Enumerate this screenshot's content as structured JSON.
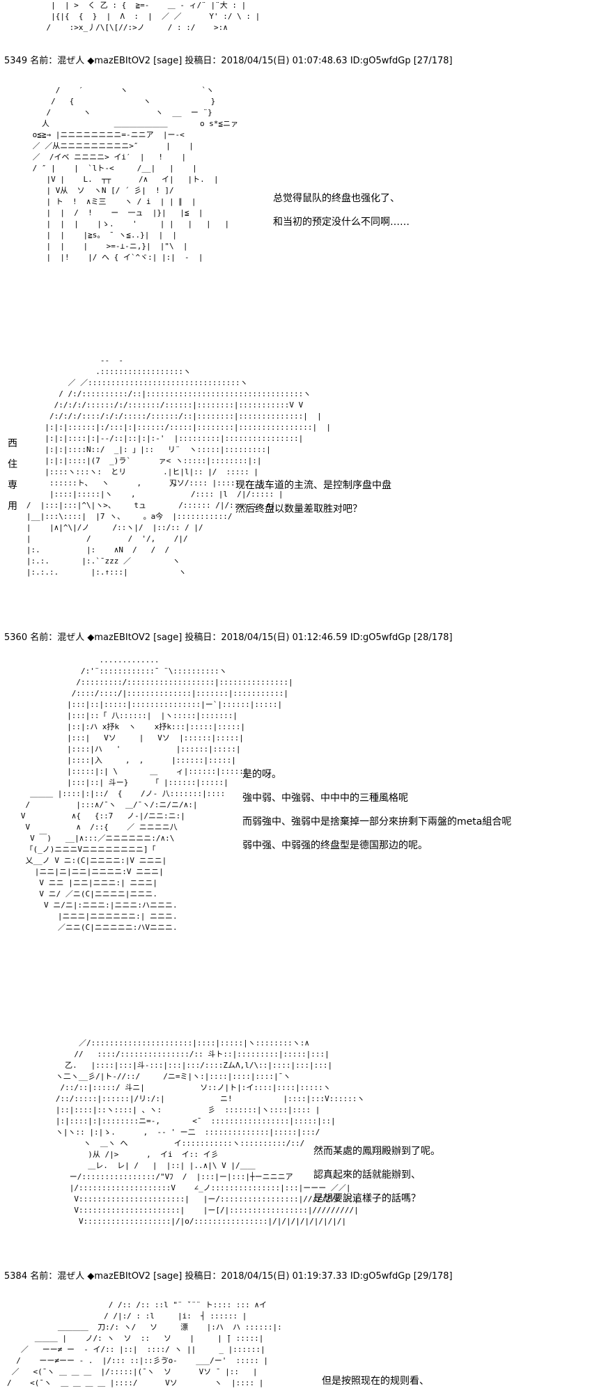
{
  "art": {
    "top": "     |  | >  く 乙 : {  ≧=-    ＿ - ィ/¨ |¨大 : |\n     |{|{  {  }  |  Λ  :  |  ／ ／      Y' :/ \\ : |\n    /    :>x_丿/\\[\\[//:>ノ     / : :/    >:∧",
    "p1": "      /    ′        ヽ                `ヽ\n     /   {               ヽ             }\n    /       ヽ              ヽ  __  ー ¨}\n   人              ＿＿＿＿＿＿＿       o s*≦ニァ\n o≦≧→ |ニニニニニニニニ=-ニニア  |ー-<\n ／ ／从ニニニニニニニニニ>″      |    |\n ／  /イベ ニニニニ> イi′  |   !    |\n / ″ |    |  `lト-<     /__|   |    |\n    |V |    L.  ┬┬      /∧   イ|   |ト.  |\n    | V从  ソ  ヽN [/ ´ 彡|  ! ]/\n    | ト  !  ∧ミ三    ヽ / i  | | ∥  |\n    |  |  /  !    ー  一ュ  |}|   |≦  |\n    |  |  |    |ゝ.    '     | |   |   |   |\n    |  |    |≧s。 ¯ ヽ≦..}|  |  |\n    |  |    |    >=-⊥-ニ,}|  |\"\\  |\n    |  |!    |/ へ { イ`^ヾ:| |:|  -  |",
    "p2": "                   --  -\n                  .::::::::::::::::::ヽ\n            ／ ／:::::::::::::::::::::::::::::::::ヽ\n          / /:/::::::::::/::|::::::::::::::::::::::::::::::::::ヽ\n         /:/:/:/::::::/:/:::::::/::::::|::::::::|:::::::::::V V\n        /:/:/:/::::/:/:/:::::/::::::/::|::::::::|::::::::::::::|  |\n       |:|:|::::::|:/:::|:|::::::/:::::|::::::::|::::::::::::::::|  |\n       |:|:|::::|:|--/::|::|:|:-'  |:::::::::|::::::::::::::::|\n       |:|:|::::N::/  _|: 」|::   リ¨  ヽ:::::|:::::::::|\n       |:|:|::::|(7  _)ラ`      ァ< ヽ:::::|::::::::|:|\n       |::::ヽ:::ヽ:  とリ        .|ヒ|l|:: |/  ::::: |\n        ::::::ト、  ヽ      ,      刄ソ/:::: |:::::::::|\n        |::::|:::::|ヽ    ,            /:::: |l  /|/::::: |\n   /  |:::|:::|^\\|ヽ>、    tュ       /:::::: /|/::::::: ∧|\n   |__|:::\\::::|  |7 ヽ、    。a今  |:::::::::::/ \n   |    |∧|^\\|/ノ     /::ヽ|/  |::/:: / |/\n   |            /        /  '/,    /|/\n   |:.          |:    ∧N  /   /  /\n   |:.:.       |:.`¯zzz ／         ヽ\n   |:.:.:.       |:.↑:::|           ヽ",
    "p3": "                    .............\n                /:'¨::::::::::::¯ ¨\\::::::::::ヽ\n               /:::::::::/:::::::::::::::::::|:::::::::::::::|\n              /::::/::::/|::::::::::::::|:::::::|:::::::::::|\n             |:::|::|:::::|:::::::::::::::|ー`|::::::|:::::|\n             |:::|::「 八::::::|  |ヽ:::::|:::::::|\n             |::|:ハ x抒k  ヽ    x抒k:::|:::::|:::::|\n             |:::|   Vソ     |   Vソ  |::::::|:::::|\n             |::::|ハ   '            |::::::|:::::|\n             |::::|入     ,  ,      |::::::|:::::|\n             |:::::|:| \\       ＿    ィ|::::::|:::::|\n             |:::|::| 斗ー}     「 |::::::|:::::|\n     ＿＿＿ |::::|:|::/  {    /ノ- 八:::::::|::::\n    /          |:::∧/¯ヽ  ＿/¯ヽ/:ニ/ニ/∧:|\n   V          ∧{   {::7   ノ-|/ニニ:ニ:|\n    V          ∧  /::{    ／ ニニニニ八\n     V ￣)   __|∧:::／ニニニニニニ:/∧:\\\n    「(_ノ)ニニニVニニニニニニニニ]「\n    乂__ノ V ニ:(C|ニニニニ:|V ニニニ|\n      |ニニ|ニ|ニニ|ニニニニ:V ニニニ|\n       V ニニ |ニニ|ニニニ:| ニニニ|\n       V ニ/ ／ニ(C|ニニニニ|ニニニ.\n        V ニ/ニ|:ニニニ:|ニニニ:ハニニニ.\n           |ニニニ|ニニニニニニ:| ニニニ.\n           ／ニニ(C|ニニニニニ:ハVニニニ.",
    "p4": "        ／/::::::::::::::::::::::|::::|:::::|ヽ::::::::ヽ:∧\n       //   ::::/:::::::::::::::/:: 斗ト::|:::::::::|:::::|:::|\n     乙.   |::::|:::|斗-:::|:::|:::/::::ZムΛ,l/\\::|::::|:::|:::|\n   ヽ二ヽ__彡/|ト-//::/     /ニ=ミ|ヽ:|::::|::::|::::|¯ヽ\n    /::/::|:::::/ 斗ニ|            ソ::ノ|ト|:イ::::|::::|:::::ヽ\n   /::/:::::|::::::|/リ:/:|            ニ!           |::::|:::V::::::ヽ\n   |::|::::|::ヽ::::| 、ヽ:          彡  :::::::|ヽ::::|:::: |\n   |:|::::|:|::::::::ニ=-,       <¯  :::::::::::::::::|:::::|::|\n   ヽ|ヽ:: |:|ゝ.      ,  -- ' ー二  ::::::::::::::|:::::|:::/\n         ヽ  ＿ヽ へ          イ:::::::::::ヽ::::::::::/::/\n          )从 /|>      ,  イi  イ:: イ彡\n          ＿レ.  レ| /   |  |::| |..∧|\\ V |/＿＿\n      ー/::::::::::::::::/\"Vﾌ  /  |:::|ー|:::|┼ーニニニア\n      |/::::::::::::::::::::V    ∠_ノ:::::::::::::::|:::|ーーー ／／|\n       V:::::::::::::::::::::::|   |ー/:::::::::::::::::|//////// / |\n       V::::::::::::::::::::::|    |ー[/|:::::::::::::::::|/////////|\n        V:::::::::::::::::::|/|o/::::::::::::::::|/|/|/|/|/|/|/|/|",
    "p5": "                      / /:: /:: ::l \"¨ ˇ¨¨ ト:::: ::: ∧イ\n                     / /|:/ : :l     |i:  ┤ :::::: |\n           ＿＿＿＿  刀:/: ヽ/   ソ     漂    |:ハ  ハ ::::::|:\n      ＿＿＿ |    ノ/: ヽ  ソ  ::   ソ    |     | ̄| :::::|\n   ／   ーー≠ ー  - イ/:: |::|  ::::/ ヽ ||     _ |::::::| \n  /    ーー≠ーー - .  |/::: ::|::彡ゔo-    ___/ー'  ::::: |\n ／   <(¯ヽ ＿ ＿ ＿  |/:::::|(¯ヽ  ソ      Vソ ¯ |::   |\n/    <(¯ヽ  ＿ ＿ ＿ ＿ |::::/      Vソ        ヽ  |:::: |"
  },
  "p2_side": [
    "西",
    "住",
    "専",
    "用"
  ],
  "posts": [
    {
      "header": "5349 名前：混ぜ人 ◆mazEBItOV2 [sage] 投稿日：2018/04/15(日) 01:07:48.63 ID:gO5wfdGp [27/178]"
    },
    {
      "header": "5360 名前：混ぜ人 ◆mazEBItOV2 [sage] 投稿日：2018/04/15(日) 01:12:46.59 ID:gO5wfdGp [28/178]"
    },
    {
      "header": "5384 名前：混ぜ人 ◆mazEBItOV2 [sage] 投稿日：2018/04/15(日) 01:19:37.33 ID:gO5wfdGp [29/178]"
    }
  ],
  "dialogue": {
    "p1": [
      "总觉得鼠队的终盘也强化了、",
      "和当初的预定没什么不同啊……"
    ],
    "p2": [
      "现在战车道的主流、是控制序盘中盘",
      "然后终盘以数量差取胜对吧？"
    ],
    "p3": [
      "是的呀。",
      "強中弱、中強弱、中中中的三種風格呢",
      "而弱強中、強弱中是捨棄掉一部分來拚剩下兩盤的meta組合呢",
      "弱中强、中弱强的终盘型是德国那边的呢。"
    ],
    "p4": [
      "然而某處的鳳翔殿辦到了呢。",
      "認真起來的話就能辦到、",
      "是想要說這樣子的話嗎？"
    ],
    "p5": [
      "但是按照现在的规则看、"
    ]
  }
}
